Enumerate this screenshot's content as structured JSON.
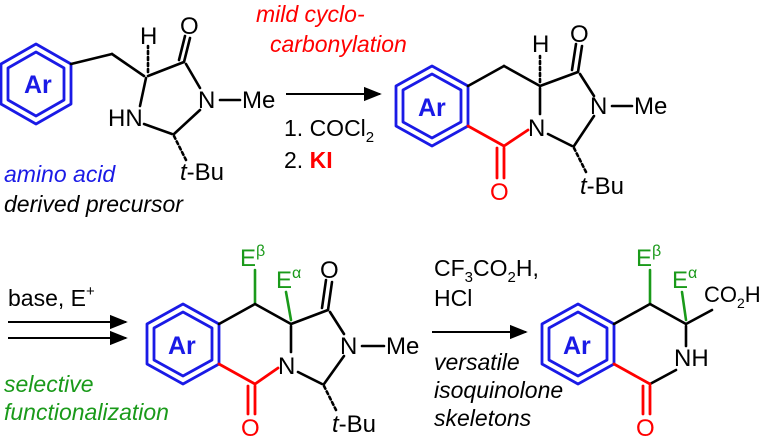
{
  "colors": {
    "black": "#000000",
    "blue": "#1a1ae6",
    "red": "#ff0000",
    "green": "#1a9a1a"
  },
  "labels": {
    "ar": "Ar",
    "h": "H",
    "o": "O",
    "n": "N",
    "hn": "HN",
    "nh": "NH",
    "me": "Me",
    "tbu_t": "t",
    "tbu_rest": "-Bu",
    "co2h": "CO",
    "co2h_sub": "2",
    "co2h_end": "H",
    "e_beta": "E",
    "beta": "β",
    "e_alpha": "E",
    "alpha": "α"
  },
  "step1": {
    "title_line1": "mild cyclo-",
    "title_line2": "carbonylation",
    "reagent1_prefix": "1. COCl",
    "reagent1_sub": "2",
    "reagent2_prefix": "2. ",
    "reagent2_bold": "KI"
  },
  "precursor_caption": {
    "line1": "amino acid",
    "line2": "derived precursor"
  },
  "step2": {
    "reagent_prefix": "base, E",
    "reagent_sup": "+",
    "caption_line1": "selective",
    "caption_line2": "functionalization"
  },
  "step3": {
    "reagent_line1_a": "CF",
    "reagent_line1_sub1": "3",
    "reagent_line1_b": "CO",
    "reagent_line1_sub2": "2",
    "reagent_line1_c": "H,",
    "reagent_line2": "HCl",
    "caption_line1": "versatile",
    "caption_line2": "isoquinolone",
    "caption_line3": "skeletons"
  }
}
